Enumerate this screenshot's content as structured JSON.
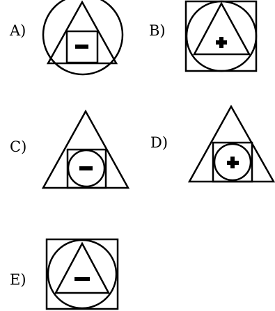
{
  "options": [
    {
      "label": "A)",
      "outer": "circle",
      "middle": "triangle",
      "inner": "square",
      "sign": "minus",
      "sign_icon": "minus-icon"
    },
    {
      "label": "B)",
      "outer": "square",
      "middle": "circle",
      "inner": "triangle",
      "sign": "plus",
      "sign_icon": "plus-icon"
    },
    {
      "label": "C)",
      "outer": "triangle",
      "middle": "square",
      "inner": "circle",
      "sign": "minus",
      "sign_icon": "minus-icon"
    },
    {
      "label": "D)",
      "outer": "triangle",
      "middle": "square",
      "inner": "circle",
      "sign": "plus",
      "sign_icon": "plus-icon"
    },
    {
      "label": "E)",
      "outer": "square",
      "middle": "circle",
      "inner": "triangle",
      "sign": "minus",
      "sign_icon": "minus-icon"
    }
  ],
  "colors": {
    "stroke": "#000000",
    "background": "#ffffff"
  }
}
